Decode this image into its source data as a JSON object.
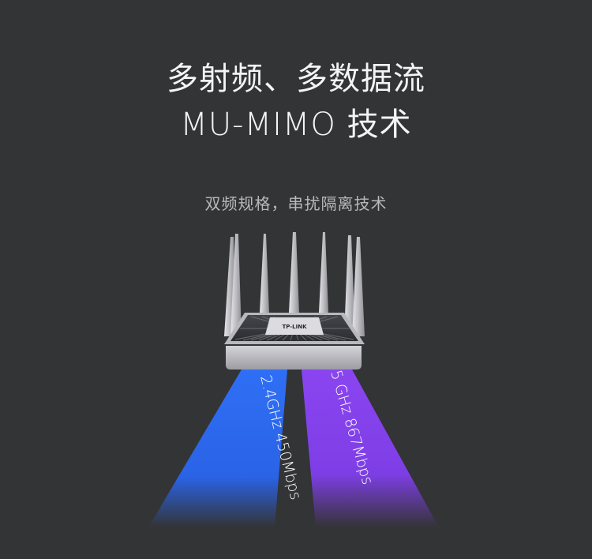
{
  "header": {
    "title_line1": "多射频、多数据流",
    "title_line2": "MU-MIMO 技术",
    "subtitle": "双频规格，串扰隔离技术"
  },
  "router": {
    "brand_logo_text": "TP-LINK"
  },
  "bands": {
    "band_24": {
      "label": "2.4GHz 450Mbps",
      "color": "#2f6ff5"
    },
    "band_5": {
      "label": "5 GHz 867Mbps",
      "color": "#8a45f0"
    }
  },
  "colors": {
    "background": "#333436",
    "router_body": "#a9a9ad",
    "router_top": "#3b3c40",
    "antenna": "#c8c8cc"
  }
}
